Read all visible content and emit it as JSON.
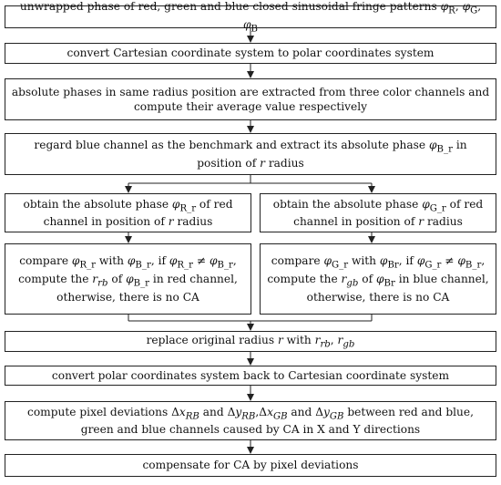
{
  "steps": {
    "s1": "unwrapped phase of red, green and blue closed sinusoidal fringe patterns φR, φG, φB",
    "s2": "convert Cartesian coordinate system to polar coordinates system",
    "s3": "absolute phases in same radius position are extracted from three color channels and compute their average value respectively",
    "s4": "regard blue channel as the benchmark and extract its absolute phase φB_r in position of r radius",
    "s5": "obtain the absolute phase φR_r of red channel in position of r radius",
    "s6": "obtain the absolute phase φG_r of red channel in position of r radius",
    "s7": "compare φR_r with φB_r, if φR_r ≠ φB_r, compute the r_rb of φB_r in red channel, otherwise, there is no CA",
    "s8": "compare φG_r with φBr, if φG_r ≠ φB_r, compute the r_gb of φBr in blue channel, otherwise, there is no CA",
    "s9": "replace original radius r with r_rb, r_gb",
    "s10": "convert polar coordinates system back to Cartesian coordinate system",
    "s11": "compute pixel deviations Δx_RB and Δy_RB,Δx_GB and Δy_GB between red and blue, green and blue channels caused by CA in X and Y directions",
    "s12": "compensate for CA by pixel deviations"
  }
}
